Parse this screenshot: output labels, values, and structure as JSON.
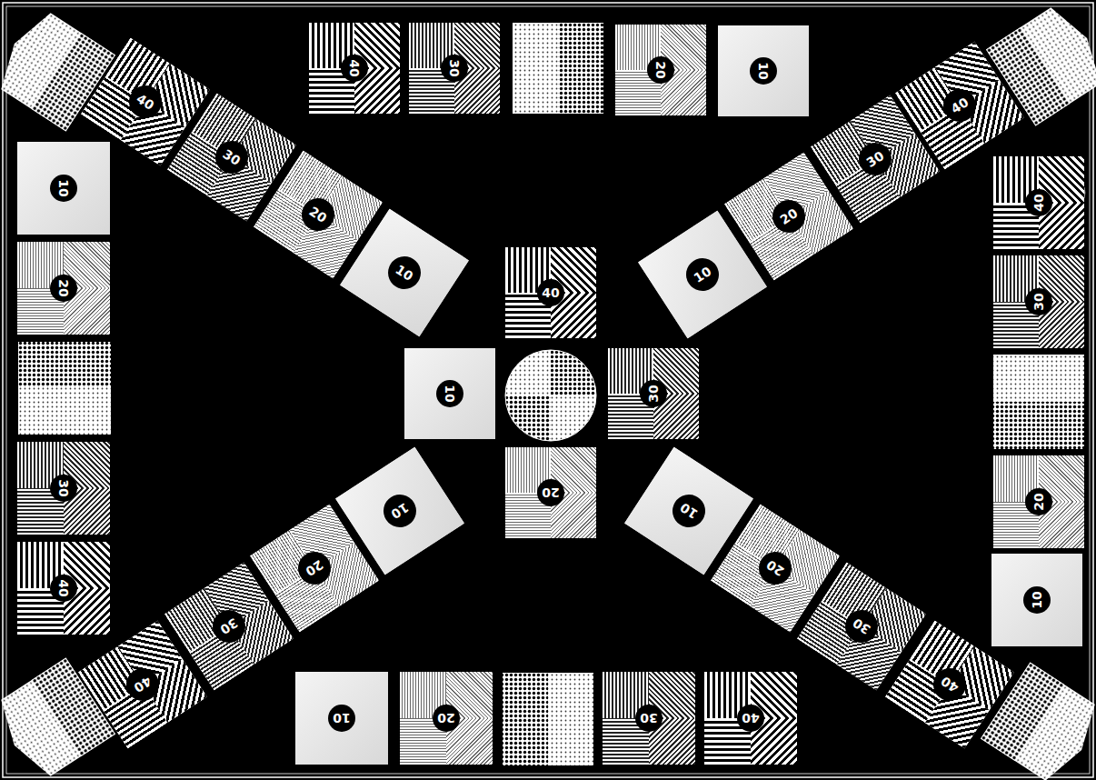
{
  "diagram": {
    "nodes": [
      {
        "text": [
          "40"
        ]
      },
      {
        "text": [
          "30"
        ]
      },
      {
        "text": [
          "20"
        ]
      },
      {
        "text": [
          "10"
        ]
      },
      {
        "text": [
          "40"
        ]
      },
      {
        "text": [
          "30"
        ]
      },
      {
        "text": [
          "20"
        ]
      },
      {
        "text": [
          "10"
        ]
      },
      {
        "text": [
          "10"
        ]
      },
      {
        "text": [
          "20"
        ]
      },
      {
        "text": [
          "30"
        ]
      },
      {
        "text": [
          "40"
        ]
      },
      {
        "text": [
          "10"
        ]
      },
      {
        "text": [
          "20"
        ]
      },
      {
        "text": [
          "30"
        ]
      },
      {
        "text": [
          "40"
        ]
      },
      {
        "text": [
          "40"
        ]
      },
      {
        "text": [
          "30"
        ]
      },
      {
        "text": [
          "20"
        ]
      },
      {
        "text": [
          "10"
        ]
      },
      {
        "text": [
          "40"
        ]
      },
      {
        "text": [
          "10"
        ]
      },
      {
        "text": [
          "30"
        ]
      },
      {
        "text": [
          "20"
        ]
      },
      {
        "text": [
          "10"
        ]
      },
      {
        "text": [
          "20"
        ]
      },
      {
        "text": [
          "30"
        ]
      },
      {
        "text": [
          "40"
        ]
      },
      {
        "text": [
          "10"
        ]
      },
      {
        "text": [
          "20"
        ]
      },
      {
        "text": [
          "30"
        ]
      },
      {
        "text": [
          "40"
        ]
      },
      {
        "text": [
          "10"
        ]
      },
      {
        "text": [
          "20"
        ]
      },
      {
        "text": [
          "30"
        ]
      },
      {
        "text": [
          "40"
        ]
      }
    ]
  }
}
